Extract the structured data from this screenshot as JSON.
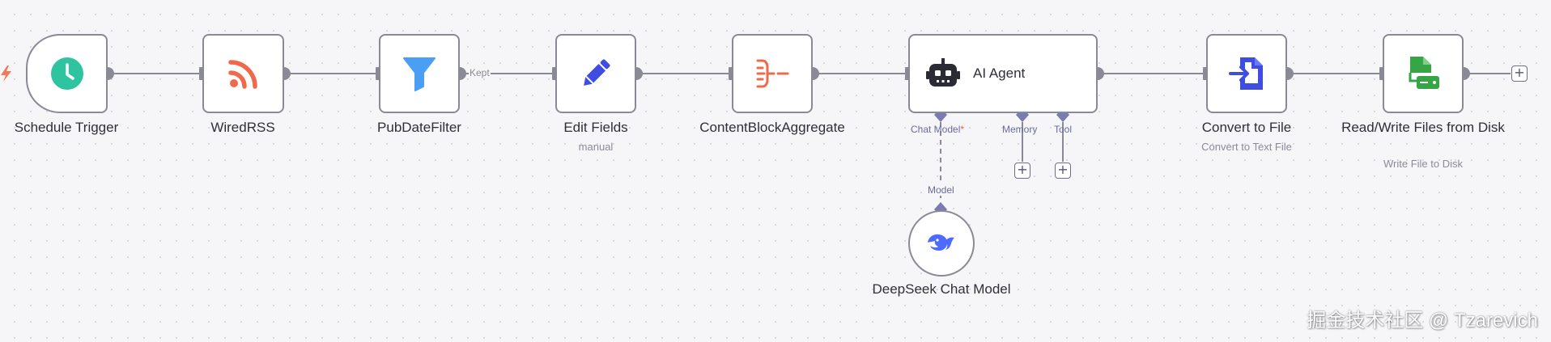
{
  "canvas": {
    "nodes": [
      {
        "id": "schedule",
        "label": "Schedule Trigger",
        "subtitle": "",
        "icon": "clock-icon",
        "color": "#2ec4a0"
      },
      {
        "id": "rss",
        "label": "WiredRSS",
        "subtitle": "",
        "icon": "rss-icon",
        "color": "#ef6a4b"
      },
      {
        "id": "filter",
        "label": "PubDateFilter",
        "subtitle": "",
        "icon": "filter-icon",
        "color": "#4a9ff5"
      },
      {
        "id": "edit",
        "label": "Edit Fields",
        "subtitle": "manual",
        "icon": "pencil-icon",
        "color": "#3f4de0"
      },
      {
        "id": "aggregate",
        "label": "ContentBlockAggregate",
        "subtitle": "",
        "icon": "aggregate-icon",
        "color": "#ef6a4b"
      },
      {
        "id": "agent",
        "label": "AI Agent",
        "subtitle": "",
        "icon": "robot-icon",
        "color": "#2b2b35"
      },
      {
        "id": "convert",
        "label": "Convert to File",
        "subtitle": "Convert to Text File",
        "icon": "convert-file-icon",
        "color": "#3f4de0"
      },
      {
        "id": "readwrite",
        "label": "Read/Write Files from Disk",
        "subtitle": "Write File to Disk",
        "icon": "disk-file-icon",
        "color": "#35a546"
      },
      {
        "id": "deepseek",
        "label": "DeepSeek Chat Model",
        "subtitle": "",
        "icon": "whale-icon",
        "color": "#4d6bfe"
      }
    ],
    "agent_handles": {
      "chat_model": "Chat Model",
      "required_marker": "*",
      "memory": "Memory",
      "tool": "Tool"
    },
    "model_handle": "Model",
    "edge_label_kept": "Kept",
    "add_symbol": "+",
    "trigger_icon": "lightning-icon",
    "accent_color": "#7b7bb0",
    "edge_color": "#8a8a96"
  },
  "watermark": "掘金技术社区 @ Tzarevich"
}
